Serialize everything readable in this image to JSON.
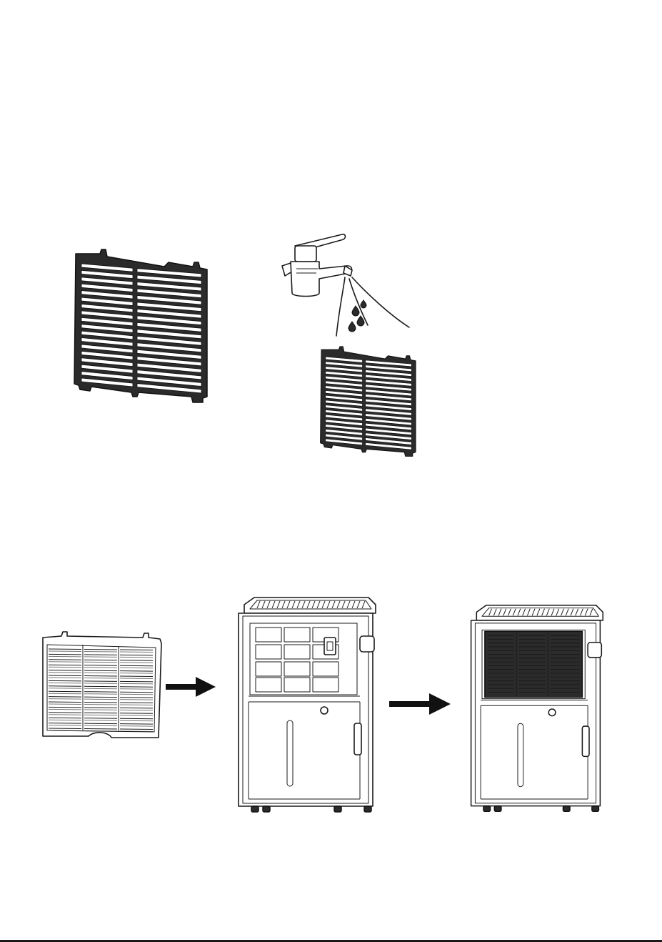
{
  "figure": {
    "steps": [
      {
        "id": "remove-filter"
      },
      {
        "id": "rinse-filter-under-tap"
      },
      {
        "id": "insert-filter-into-unit"
      }
    ]
  },
  "colors": {
    "line": "#1a1a1a",
    "filter_frame": "#2b2b2b",
    "background": "#ffffff"
  },
  "icons": [
    "faucet-icon",
    "water-drop-icon",
    "arrow-right-icon"
  ]
}
